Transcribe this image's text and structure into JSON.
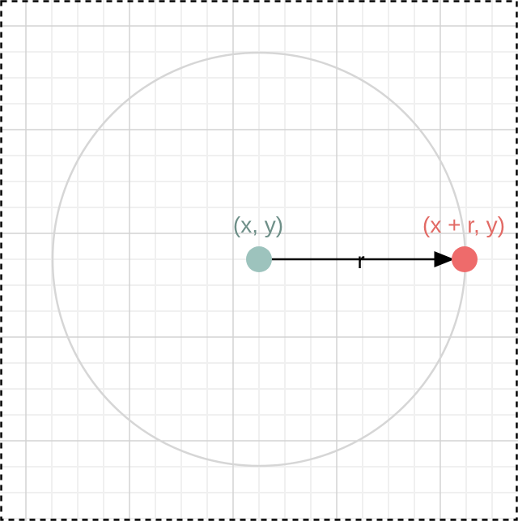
{
  "diagram": {
    "center_label": "(x, y)",
    "edge_label": "(x + r, y)",
    "radius_label": "r",
    "colors": {
      "center_point": "#9dc3bd",
      "center_label": "#6e8f88",
      "edge_point": "#ee6b6b",
      "edge_label": "#e26a65",
      "circle": "#d6d6d6",
      "arrow": "#000000",
      "grid_major": "#d3d3d3",
      "grid_minor": "#f0f0f0",
      "border": "#000000"
    }
  }
}
